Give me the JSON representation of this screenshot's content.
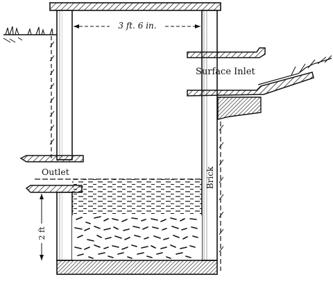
{
  "diagram": {
    "labels": {
      "width_dimension": "3 ft. 6 in.",
      "surface_inlet": "Surface Inlet",
      "outlet": "Outlet",
      "brick": "Brick",
      "depth_dimension": "2 ft"
    },
    "colors": {
      "ink": "#111111",
      "paper": "#ffffff"
    }
  }
}
